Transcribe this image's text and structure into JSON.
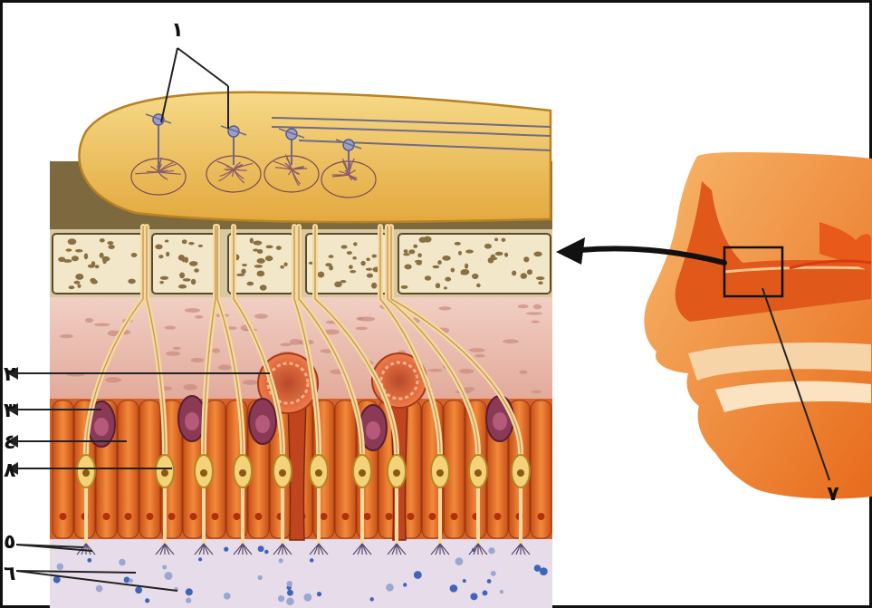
{
  "labels": {
    "l1": "١",
    "l2": "٢",
    "l3": "٣",
    "l4": "٤",
    "l5": "٥",
    "l6": "٦",
    "l7": "٧",
    "l8": "٨"
  },
  "colors": {
    "bulb": "#eec15a",
    "bone": "#f1e6c8",
    "lamina": "#e8b9ad",
    "epithelium": "#e27a2a",
    "receptor": "#f3d27a",
    "supporting": "#e9651e",
    "basal": "#8a3a55",
    "gland": "#e25a2f",
    "mucus": "#e7dcec",
    "head": "#f2a24a"
  }
}
